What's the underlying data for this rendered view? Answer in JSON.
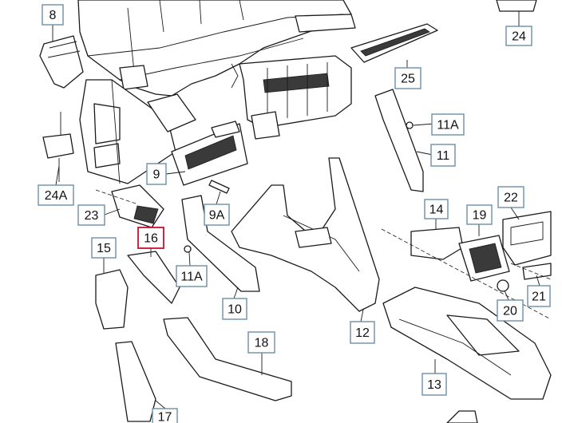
{
  "callouts": [
    {
      "id": "8",
      "highlight": false
    },
    {
      "id": "24",
      "highlight": false
    },
    {
      "id": "25",
      "highlight": false
    },
    {
      "id": "11A",
      "highlight": false
    },
    {
      "id": "11",
      "highlight": false
    },
    {
      "id": "24A",
      "highlight": false
    },
    {
      "id": "9",
      "highlight": false
    },
    {
      "id": "22",
      "highlight": false
    },
    {
      "id": "14",
      "highlight": false
    },
    {
      "id": "19",
      "highlight": false
    },
    {
      "id": "23",
      "highlight": false
    },
    {
      "id": "9A",
      "highlight": false
    },
    {
      "id": "16",
      "highlight": true
    },
    {
      "id": "15",
      "highlight": false
    },
    {
      "id": "11A",
      "highlight": false
    },
    {
      "id": "10",
      "highlight": false
    },
    {
      "id": "20",
      "highlight": false
    },
    {
      "id": "21",
      "highlight": false
    },
    {
      "id": "12",
      "highlight": false
    },
    {
      "id": "18",
      "highlight": false
    },
    {
      "id": "13",
      "highlight": false
    },
    {
      "id": "17",
      "highlight": false
    }
  ],
  "colors": {
    "callout_border": "#6d8fa6",
    "highlight_border": "#c8102e",
    "line": "#1a1a1a"
  }
}
